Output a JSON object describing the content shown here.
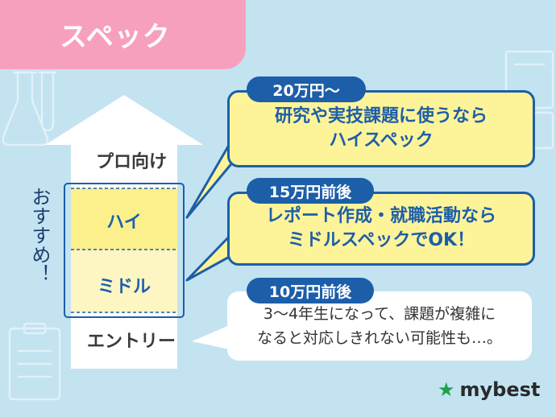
{
  "title": "スペック",
  "levels": {
    "pro": "プロ向け",
    "high": "ハイ",
    "middle": "ミドル",
    "entry": "エントリー"
  },
  "side_label": "おすすめ！",
  "callouts": [
    {
      "price": "20万円〜",
      "line1": "研究や実技課題に使うなら",
      "line2": "ハイスペック"
    },
    {
      "price": "15万円前後",
      "line1": "レポート作成・就職活動なら",
      "line2": "ミドルスペックでOK！"
    },
    {
      "price": "10万円前後",
      "line1": "3〜4年生になって、課題が複雑に",
      "line2": "なると対応しきれない可能性も…。"
    }
  ],
  "logo": {
    "text": "mybest",
    "icon": "star-icon"
  },
  "colors": {
    "background": "#c3e3f1",
    "title_tab": "#f7a0bd",
    "accent_blue": "#1d5ea8",
    "highlight_yellow": "#fdf49a",
    "logo_green": "#1aa34a"
  }
}
